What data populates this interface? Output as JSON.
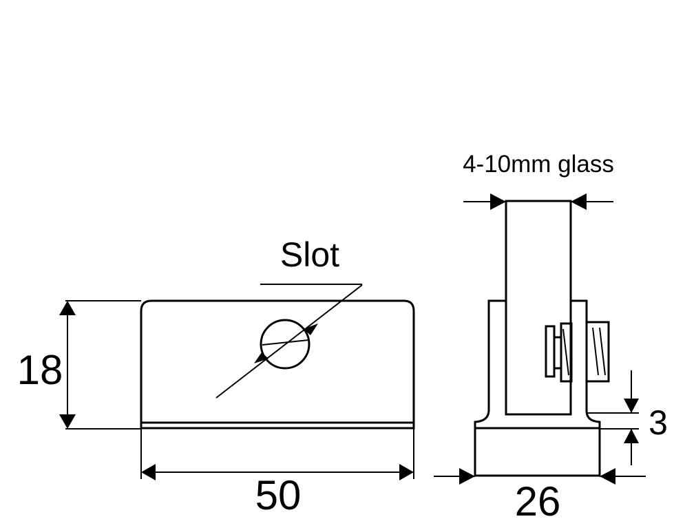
{
  "labels": {
    "slot": "Slot",
    "glass": "4-10mm glass",
    "height": "18",
    "width": "50",
    "depth": "26",
    "base_step": "3"
  },
  "colors": {
    "line": "#000000",
    "background": "#ffffff"
  }
}
